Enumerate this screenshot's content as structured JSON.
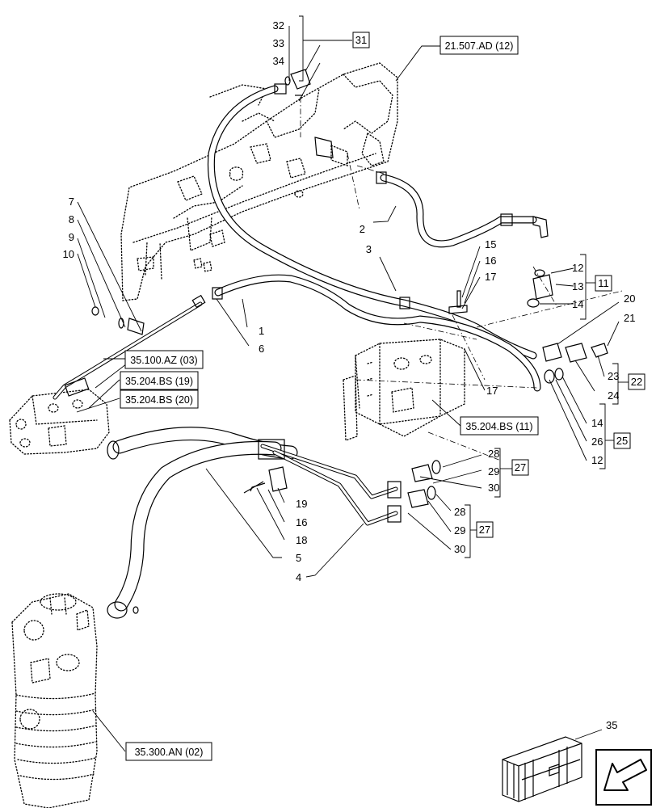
{
  "diagram": {
    "callouts": [
      "1",
      "2",
      "3",
      "4",
      "5",
      "6",
      "7",
      "8",
      "9",
      "10",
      "12",
      "13",
      "14",
      "15",
      "16",
      "17",
      "18",
      "19",
      "20",
      "21",
      "23",
      "24",
      "26",
      "28",
      "29",
      "30",
      "32",
      "33",
      "34",
      "35"
    ],
    "group_refs": [
      "11",
      "22",
      "25",
      "27",
      "31"
    ],
    "references": [
      "21.507.AD (12)",
      "35.100.AZ (03)",
      "35.204.BS (19)",
      "35.204.BS (20)",
      "35.204.BS (11)",
      "35.300.AN (02)"
    ],
    "icons": [
      "parts-crate-icon",
      "previous-page-arrow-icon"
    ]
  }
}
